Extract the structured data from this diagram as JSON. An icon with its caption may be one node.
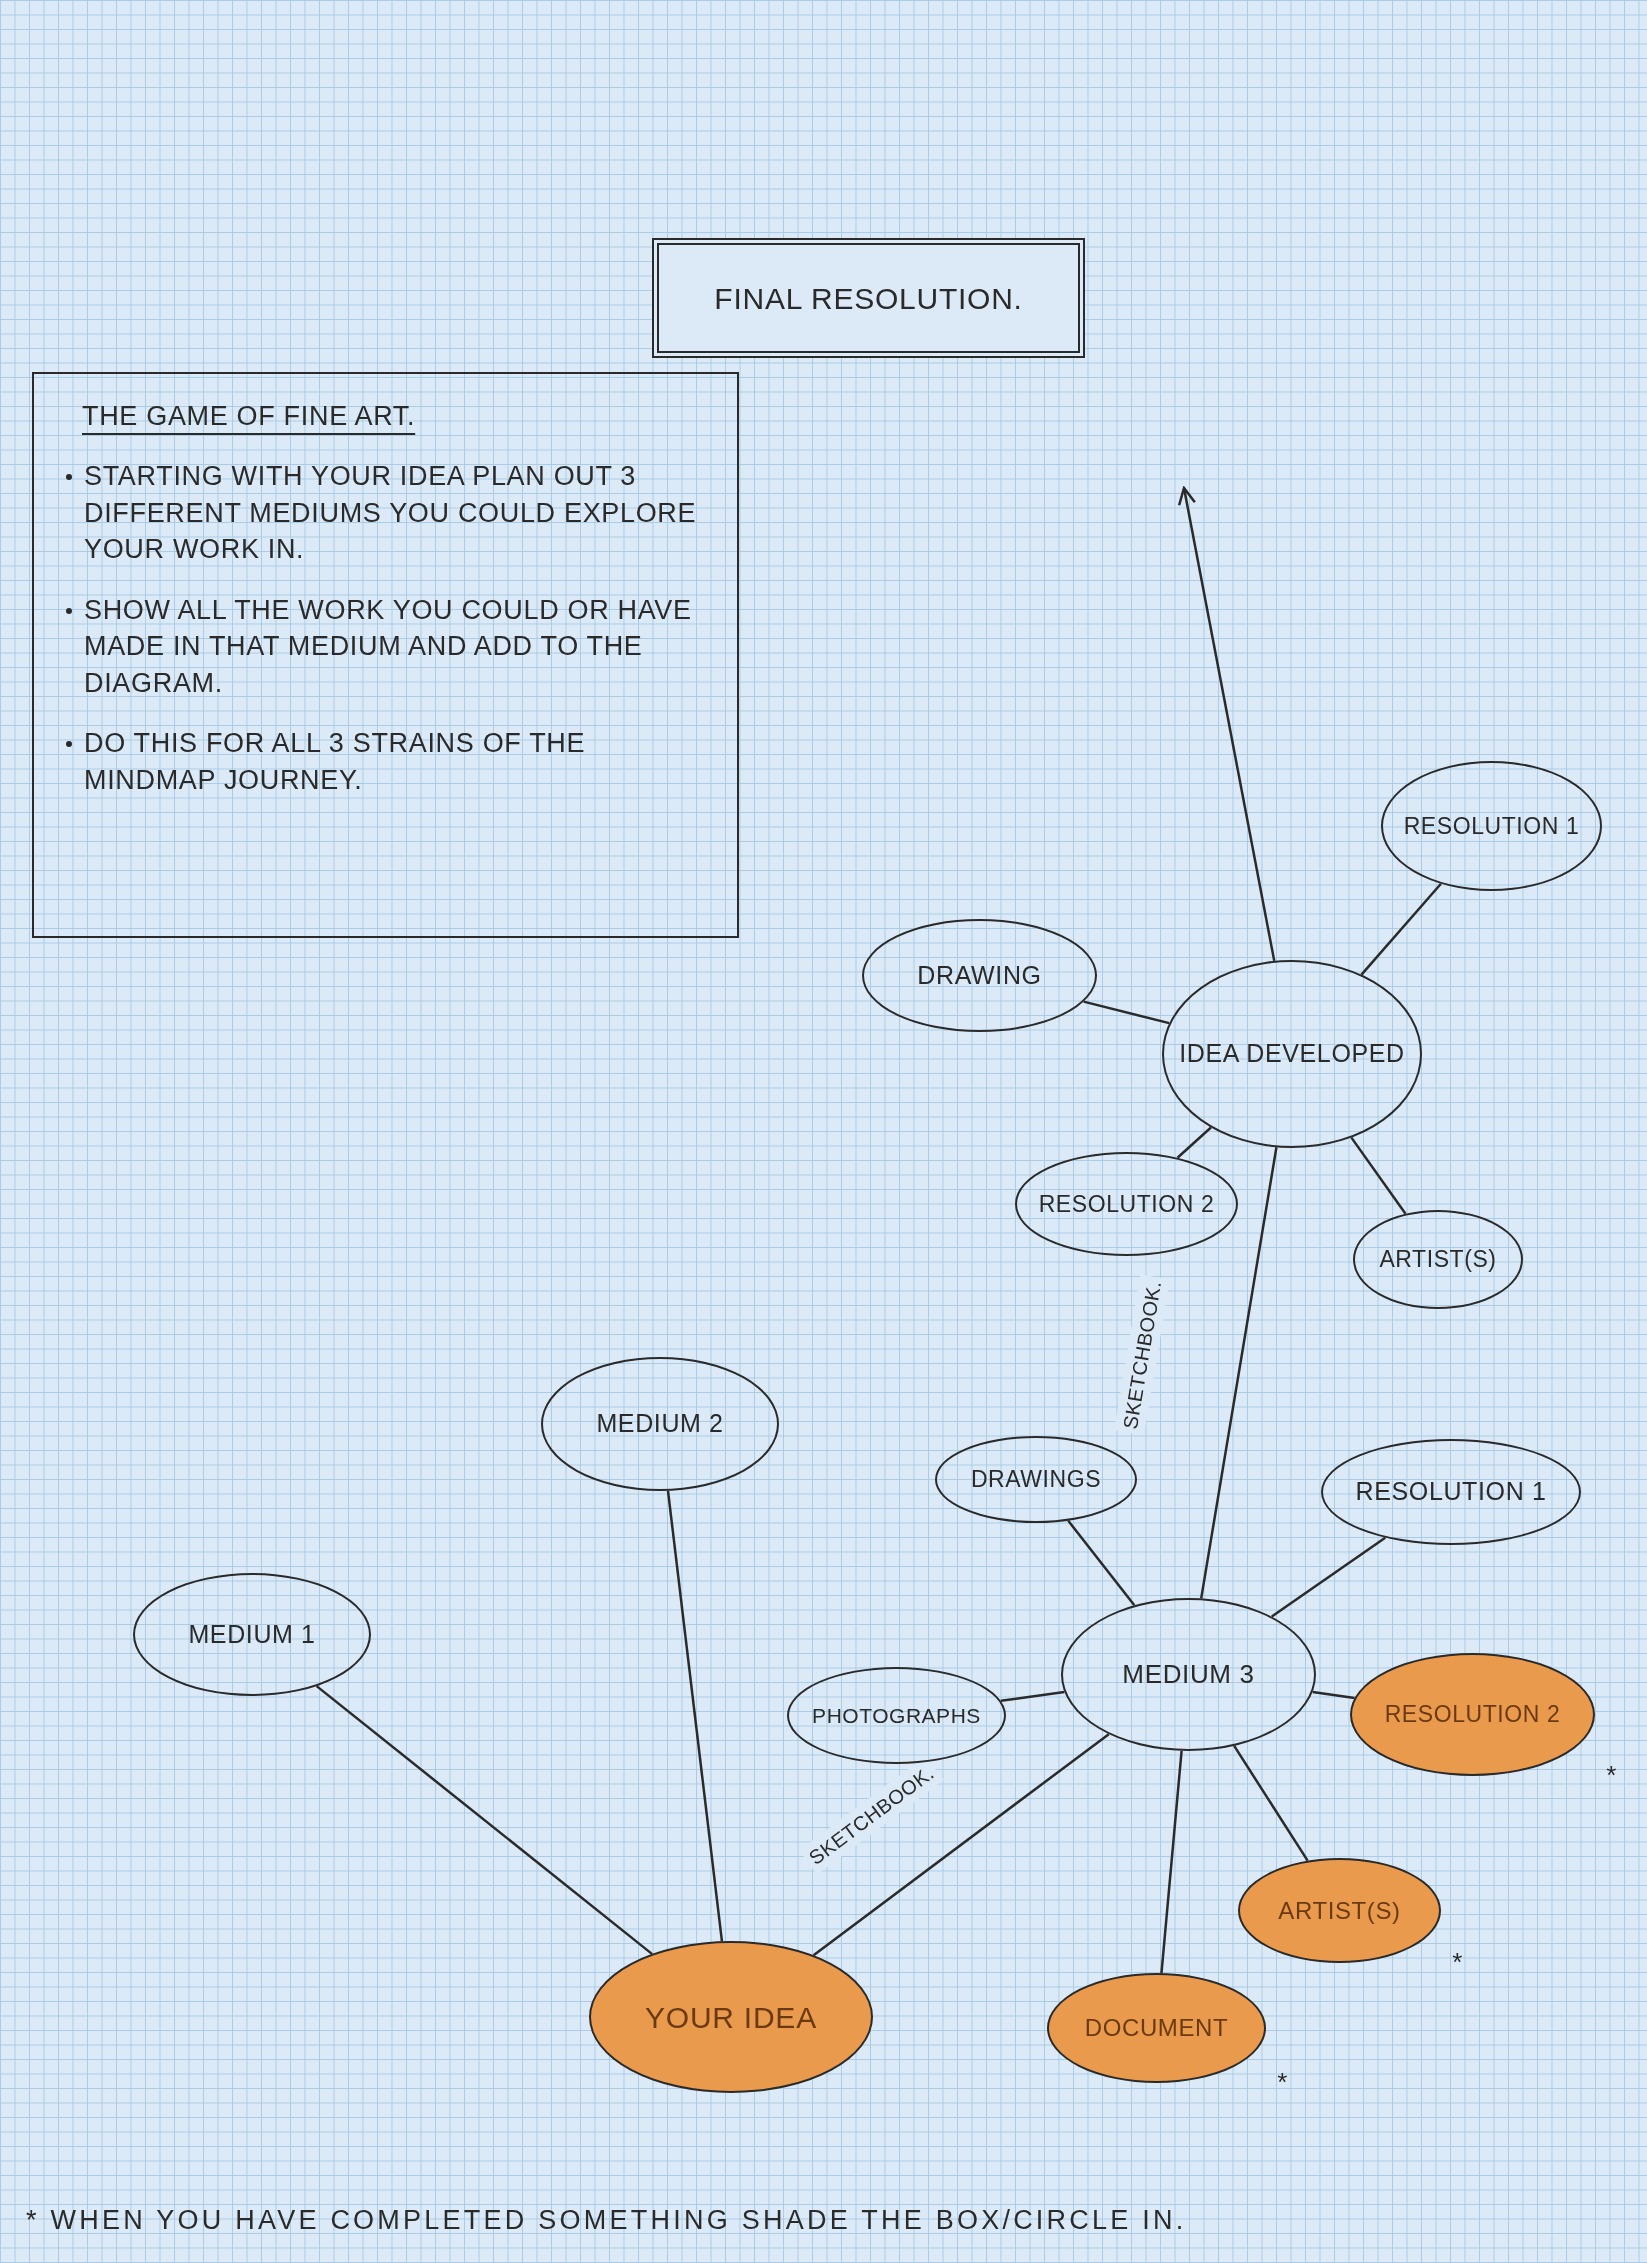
{
  "diagram": {
    "nodes": [
      {
        "text": [
          "FINAL RESOLUTION."
        ]
      },
      {
        "text": [
          "THE GAME OF FINE ART.",
          "STARTING WITH YOUR IDEA PLAN OUT 3 DIFFERENT MEDIUMS YOU COULD EXPLORE YOUR WORK IN.",
          "SHOW ALL THE WORK YOU COULD OR HAVE MADE IN THAT MEDIUM AND ADD TO THE DIAGRAM.",
          "DO THIS FOR ALL 3 STRAINS OF THE MINDMAP JOURNEY."
        ]
      },
      {
        "text": [
          "DRAWING"
        ]
      },
      {
        "text": [
          "IDEA DEVELOPED"
        ]
      },
      {
        "text": [
          "RESOLUTION 1"
        ]
      },
      {
        "text": [
          "RESOLUTION 2"
        ]
      },
      {
        "text": [
          "ARTIST(S)"
        ]
      },
      {
        "text": [
          "MEDIUM 2"
        ]
      },
      {
        "text": [
          "DRAWINGS"
        ]
      },
      {
        "text": [
          "RESOLUTION 1"
        ]
      },
      {
        "text": [
          "MEDIUM 1"
        ]
      },
      {
        "text": [
          "MEDIUM 3"
        ]
      },
      {
        "text": [
          "PHOTOGRAPHS"
        ]
      },
      {
        "text": [
          "RESOLUTION 2"
        ],
        "beside": [
          "*"
        ]
      },
      {
        "text": [
          "ARTIST(S)"
        ],
        "beside": [
          "*"
        ]
      },
      {
        "text": [
          "YOUR IDEA"
        ]
      },
      {
        "text": [
          "DOCUMENT"
        ],
        "beside": [
          "*"
        ]
      }
    ],
    "edges": [
      {
        "from": 3,
        "to": null,
        "arrow": "to"
      },
      {
        "from": 3,
        "to": 2,
        "arrow": "none"
      },
      {
        "from": 3,
        "to": 4,
        "arrow": "none"
      },
      {
        "from": 3,
        "to": 5,
        "arrow": "none"
      },
      {
        "from": 3,
        "to": 6,
        "arrow": "none"
      },
      {
        "from": 11,
        "to": 3,
        "arrow": "none",
        "label": "SKETCHBOOK."
      },
      {
        "from": 11,
        "to": 8,
        "arrow": "none"
      },
      {
        "from": 11,
        "to": 9,
        "arrow": "none"
      },
      {
        "from": 11,
        "to": 12,
        "arrow": "none"
      },
      {
        "from": 11,
        "to": 13,
        "arrow": "none"
      },
      {
        "from": 11,
        "to": 14,
        "arrow": "none"
      },
      {
        "from": 11,
        "to": 16,
        "arrow": "none"
      },
      {
        "from": 15,
        "to": 10,
        "arrow": "none"
      },
      {
        "from": 15,
        "to": 7,
        "arrow": "none"
      },
      {
        "from": 15,
        "to": 11,
        "arrow": "none",
        "label": "SKETCHBOOK."
      }
    ],
    "labels": [
      "* WHEN YOU HAVE COMPLETED SOMETHING SHADE THE BOX/CIRCLE IN."
    ]
  }
}
